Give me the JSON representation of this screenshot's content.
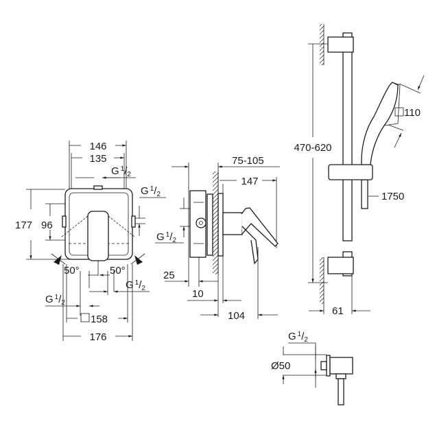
{
  "front_view": {
    "width_outer": "146",
    "width_inner": "135",
    "height_outer": "177",
    "height_inner": "96",
    "angle_left": "50°",
    "angle_right": "50°",
    "plate_square": "158",
    "total_width": "176",
    "thread_top": {
      "base": "G",
      "num": "1",
      "slash": "/",
      "den": "2"
    },
    "thread_right": {
      "base": "G",
      "num": "1",
      "slash": "/",
      "den": "2"
    },
    "thread_bottom_right": {
      "base": "G",
      "num": "1",
      "slash": "/",
      "den": "2"
    },
    "thread_bottom_left": {
      "base": "G",
      "num": "1",
      "slash": "/",
      "den": "2"
    }
  },
  "side_view": {
    "install_depth": "75-105",
    "projection": "147",
    "thread": {
      "base": "G",
      "num": "1",
      "slash": "/",
      "den": "2"
    },
    "depth_25": "25",
    "depth_10": "10",
    "depth_104": "104"
  },
  "shower_rail": {
    "rail_range": "470-620",
    "head_size": "110",
    "hose_length": "1750",
    "wall_offset": "61"
  },
  "wall_outlet": {
    "thread": {
      "base": "G",
      "num": "1",
      "slash": "/",
      "den": "2"
    },
    "diameter": "Ø50"
  }
}
